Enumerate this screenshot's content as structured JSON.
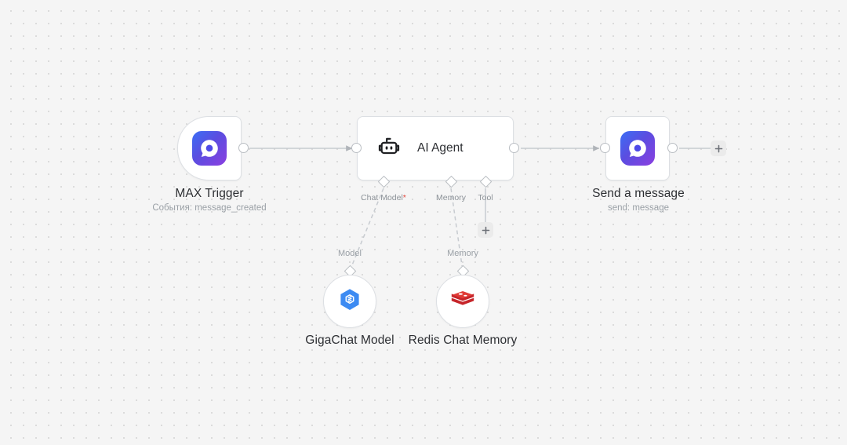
{
  "canvas": {
    "background_color": "#f5f5f5",
    "dot_color": "#d9d9d9",
    "grid_spacing": 16
  },
  "nodes": {
    "max_trigger": {
      "title": "MAX Trigger",
      "subtitle": "События: message_created",
      "icon": "max-logo-icon",
      "icon_gradient_from": "#3b6ef5",
      "icon_gradient_to": "#8b3fe0",
      "shape": "trigger"
    },
    "ai_agent": {
      "title": "AI Agent",
      "icon": "robot-icon",
      "icon_color": "#1f2023",
      "shape": "wide",
      "ports": [
        {
          "label": "Chat Model",
          "required": true,
          "required_mark": "*"
        },
        {
          "label": "Memory",
          "required": false,
          "required_mark": ""
        },
        {
          "label": "Tool",
          "required": false,
          "required_mark": ""
        }
      ]
    },
    "send_message": {
      "title": "Send a message",
      "subtitle": "send: message",
      "icon": "max-logo-icon",
      "shape": "square"
    },
    "gigachat_model": {
      "title": "GigaChat Model",
      "connector_label": "Model",
      "icon": "gigachat-hexagon-icon",
      "icon_color": "#3d8bf2",
      "shape": "round"
    },
    "redis_memory": {
      "title": "Redis Chat Memory",
      "connector_label": "Memory",
      "icon": "redis-stack-icon",
      "icon_color": "#c6252a",
      "shape": "round"
    }
  },
  "buttons": {
    "add_tool": {
      "label": "+",
      "name": "add-tool-button"
    },
    "add_next_node": {
      "label": "+",
      "name": "add-next-node-button"
    }
  },
  "connections": [
    {
      "from": "max_trigger",
      "to": "ai_agent",
      "style": "solid"
    },
    {
      "from": "ai_agent",
      "to": "send_message",
      "style": "solid"
    },
    {
      "from": "ai_agent_chat_model",
      "to": "gigachat_model",
      "style": "dashed"
    },
    {
      "from": "ai_agent_memory",
      "to": "redis_memory",
      "style": "dashed"
    },
    {
      "from": "ai_agent_tool",
      "to": "add_tool",
      "style": "solid"
    },
    {
      "from": "send_message",
      "to": "add_next_node",
      "style": "solid"
    }
  ]
}
